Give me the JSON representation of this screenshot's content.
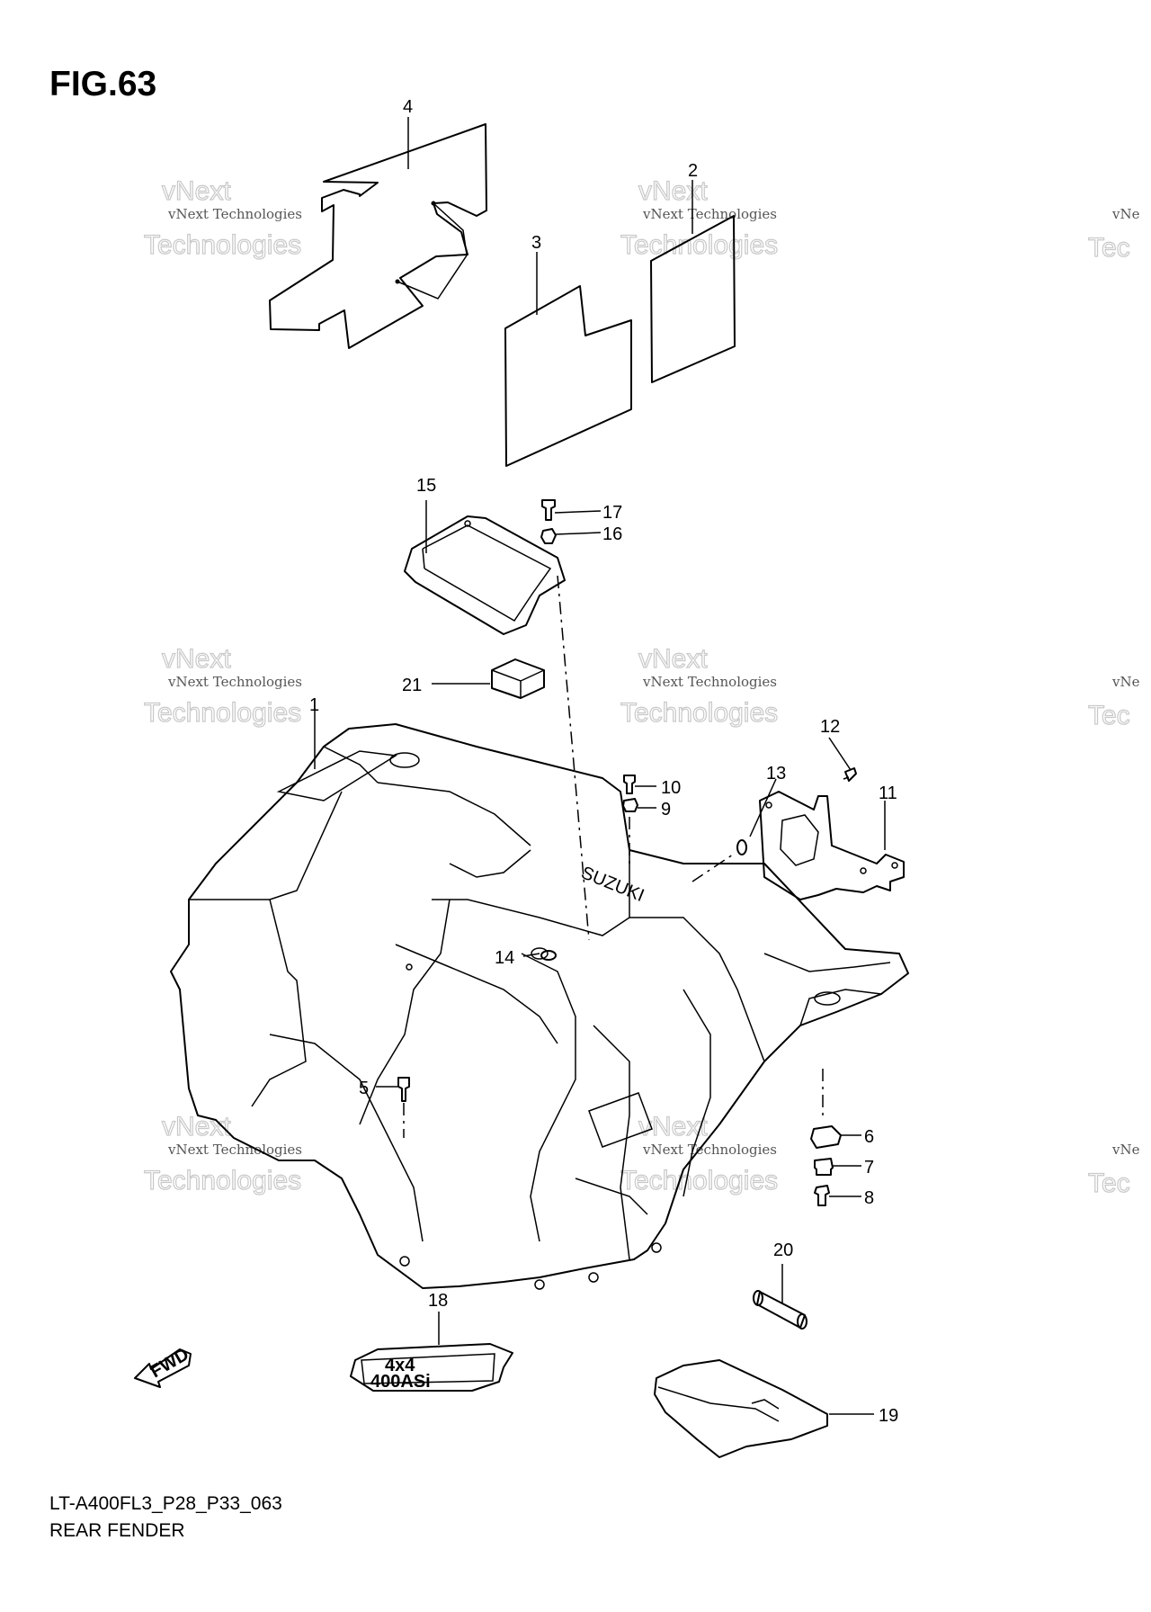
{
  "figure": {
    "title": "FIG.63",
    "code": "LT-A400FL3_P28_P33_063",
    "name": "REAR FENDER"
  },
  "watermark": {
    "line1": "vNext Technologies",
    "outline_a": "vNext",
    "outline_b": "Technologies",
    "partial_line1": "vNe",
    "partial_outline": "Tec"
  },
  "parts": {
    "p1": "1",
    "p2": "2",
    "p3": "3",
    "p4": "4",
    "p5": "5",
    "p6": "6",
    "p7": "7",
    "p8": "8",
    "p9": "9",
    "p10": "10",
    "p11": "11",
    "p12": "12",
    "p13": "13",
    "p14": "14",
    "p15": "15",
    "p16": "16",
    "p17": "17",
    "p18": "18",
    "p19": "19",
    "p20": "20",
    "p21": "21"
  },
  "fender_logo": "SUZUKI",
  "emblem": {
    "line1": "4x4",
    "line2": "400ASi"
  },
  "fwd_arrow": "FWD"
}
